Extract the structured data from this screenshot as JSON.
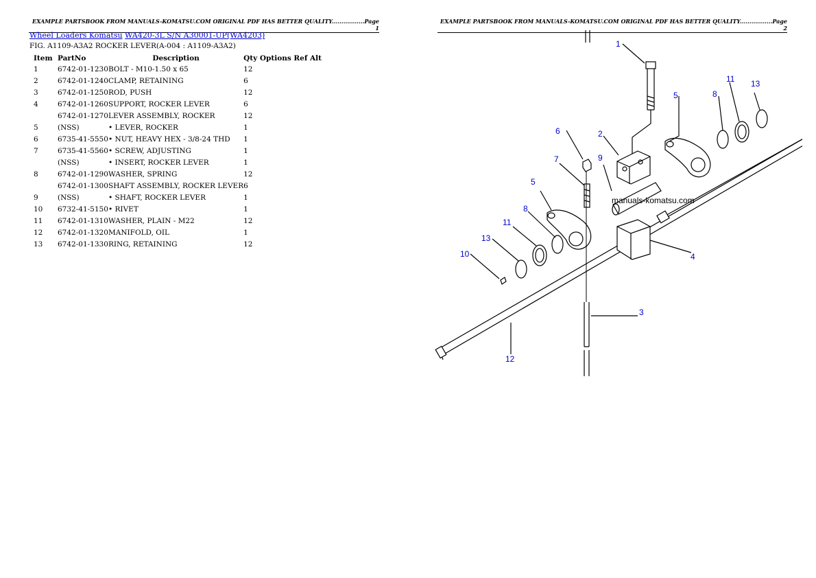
{
  "header": {
    "page1": "EXAMPLE PARTSBOOK FROM MANUALS-KOMATSU.COM ORIGINAL PDF HAS BETTER QUALITY.................Page 1",
    "page2": "EXAMPLE PARTSBOOK FROM MANUALS-KOMATSU.COM ORIGINAL PDF HAS BETTER QUALITY.................Page 2"
  },
  "breadcrumb": {
    "link1": "Wheel Loaders Komatsu",
    "link2": "WA420-3L S/N A30001-UP(WA4203)"
  },
  "figure_title": "FIG. A1109-A3A2 ROCKER LEVER(A-004 : A1109-A3A2)",
  "table": {
    "headers": {
      "item": "Item",
      "partno": "PartNo",
      "description": "Description",
      "qty": "Qty Options Ref Alt"
    },
    "rows": [
      {
        "item": "1",
        "partno": "6742-01-1230",
        "description": "BOLT - M10-1.50 x 65",
        "qty": "12"
      },
      {
        "item": "2",
        "partno": "6742-01-1240",
        "description": "CLAMP, RETAINING",
        "qty": "6"
      },
      {
        "item": "3",
        "partno": "6742-01-1250",
        "description": "ROD, PUSH",
        "qty": "12"
      },
      {
        "item": "4",
        "partno": "6742-01-1260",
        "description": "SUPPORT, ROCKER LEVER",
        "qty": "6"
      },
      {
        "item": "",
        "partno": "6742-01-1270",
        "description": "LEVER ASSEMBLY, ROCKER",
        "qty": "12"
      },
      {
        "item": "5",
        "partno": "(NSS)",
        "description": "• LEVER, ROCKER",
        "qty": "1"
      },
      {
        "item": "6",
        "partno": "6735-41-5550",
        "description": "• NUT, HEAVY HEX - 3/8-24 THD",
        "qty": "1"
      },
      {
        "item": "7",
        "partno": "6735-41-5560",
        "description": "• SCREW, ADJUSTING",
        "qty": "1"
      },
      {
        "item": "",
        "partno": "(NSS)",
        "description": "• INSERT, ROCKER LEVER",
        "qty": "1"
      },
      {
        "item": "8",
        "partno": "6742-01-1290",
        "description": "WASHER, SPRING",
        "qty": "12"
      },
      {
        "item": "",
        "partno": "6742-01-1300",
        "description": "SHAFT ASSEMBLY, ROCKER LEVER",
        "qty": "6"
      },
      {
        "item": "9",
        "partno": "(NSS)",
        "description": "• SHAFT, ROCKER LEVER",
        "qty": "1"
      },
      {
        "item": "10",
        "partno": "6732-41-5150",
        "description": "• RIVET",
        "qty": "1"
      },
      {
        "item": "11",
        "partno": "6742-01-1310",
        "description": "WASHER, PLAIN - M22",
        "qty": "12"
      },
      {
        "item": "12",
        "partno": "6742-01-1320",
        "description": "MANIFOLD, OIL",
        "qty": "1"
      },
      {
        "item": "13",
        "partno": "6742-01-1330",
        "description": "RING, RETAINING",
        "qty": "12"
      }
    ]
  },
  "diagram": {
    "watermark": "manuals-komatsu.com",
    "callouts": {
      "c1": "1",
      "c2": "2",
      "c3": "3",
      "c4": "4",
      "c5a": "5",
      "c5b": "5",
      "c6": "6",
      "c7": "7",
      "c8a": "8",
      "c8b": "8",
      "c9": "9",
      "c10": "10",
      "c11a": "11",
      "c11b": "11",
      "c12": "12",
      "c13a": "13",
      "c13b": "13"
    },
    "callout_color": "#0000cc"
  }
}
